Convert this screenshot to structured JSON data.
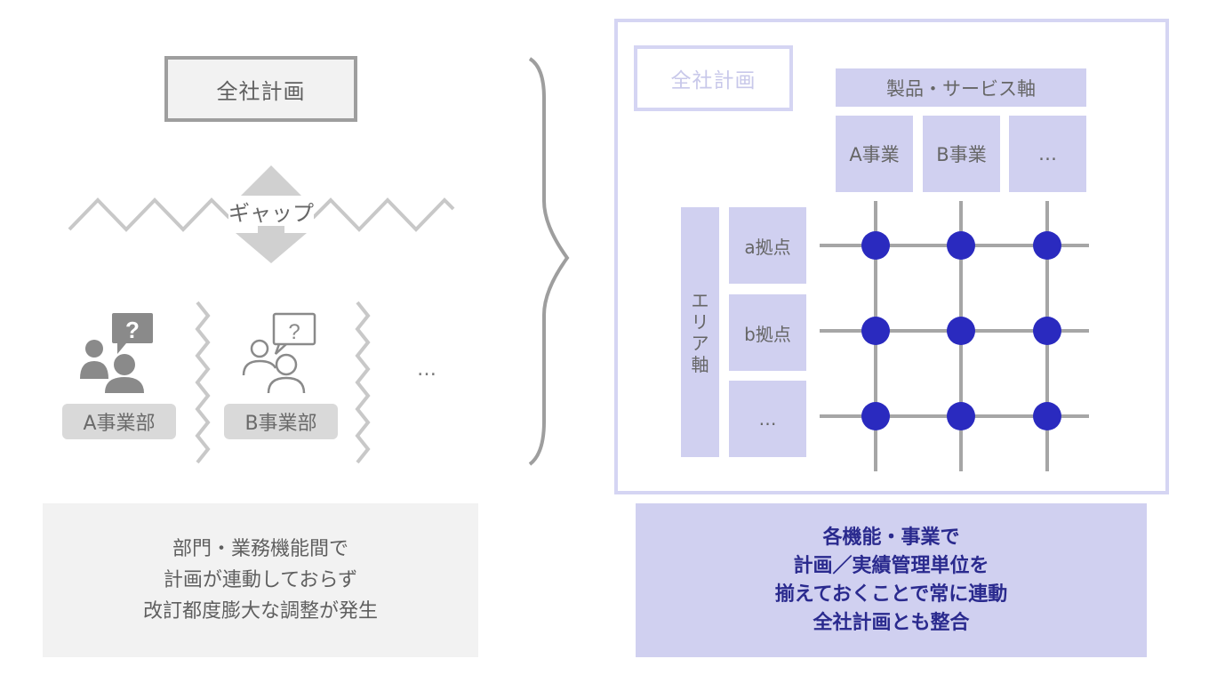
{
  "left": {
    "corporate_plan": "全社計画",
    "gap_label": "ギャップ",
    "departments": [
      "A事業部",
      "B事業部"
    ],
    "more": "…",
    "problem_lines": [
      "部門・業務機能間で",
      "計画が連動しておらず",
      "改訂都度膨大な調整が発生"
    ]
  },
  "right": {
    "corporate_plan": "全社計画",
    "product_axis": "製品・サービス軸",
    "columns": [
      "A事業",
      "B事業",
      "…"
    ],
    "area_axis_chars": [
      "エ",
      "リ",
      "ア",
      "軸"
    ],
    "rows": [
      "a拠点",
      "b拠点",
      "…"
    ],
    "solution_lines": [
      "各機能・事業で",
      "計画／実績管理単位を",
      "揃えておくことで常に連動",
      "全社計画とも整合"
    ]
  },
  "colors": {
    "gray_accent": "#9e9e9e",
    "lavender": "#d0d0f0",
    "node": "#2a2abf",
    "solution_text": "#2a2a8e"
  }
}
